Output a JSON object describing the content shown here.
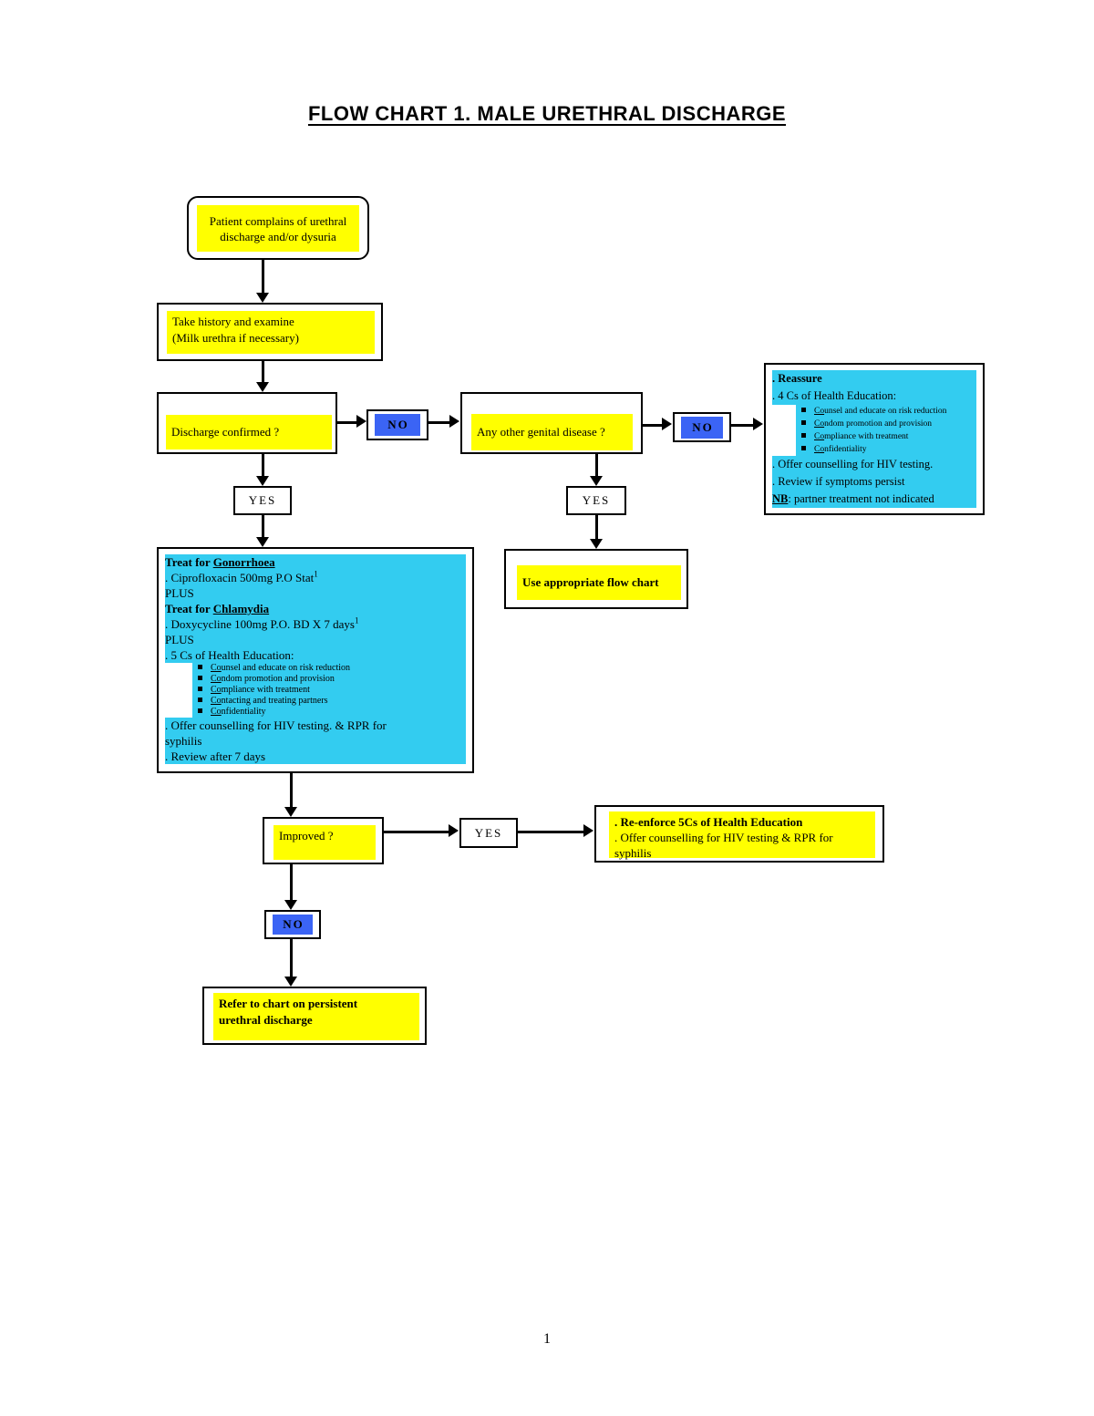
{
  "title": "FLOW CHART 1. MALE URETHRAL DISCHARGE",
  "page_number": "1",
  "labels": {
    "yes": "YES",
    "no": "NO"
  },
  "colors": {
    "highlight_yellow": "#FFFF00",
    "highlight_cyan": "#33CCF0",
    "highlight_blue": "#3B64F5"
  },
  "nodes": {
    "start": {
      "text": "Patient complains of urethral discharge and/or dysuria"
    },
    "take_history": {
      "line1": "Take history and examine",
      "line2": "(Milk urethra if necessary)"
    },
    "discharge_confirmed": {
      "text": "Discharge confirmed ?"
    },
    "other_genital_disease": {
      "text": "Any other genital disease ?"
    },
    "reassure": {
      "line1": ". Reassure",
      "line2": ". 4 Cs of Health Education:",
      "bullets": [
        {
          "u": "Co",
          "rest": "unsel and educate on risk reduction"
        },
        {
          "u": "Co",
          "rest": "ndom promotion and provision"
        },
        {
          "u": "Co",
          "rest": "mpliance with treatment"
        },
        {
          "u": "Co",
          "rest": "nfidentiality"
        }
      ],
      "line3": ". Offer counselling for HIV testing.",
      "line4": ". Review if symptoms persist",
      "nb_label": "NB",
      "nb_rest": ": partner treatment not indicated"
    },
    "treat": {
      "l1_prefix": "Treat for ",
      "l1_underlined": "Gonorrhoea",
      "l2": ". Ciprofloxacin 500mg P.O Stat",
      "l2_sup": "1",
      "l3": "PLUS",
      "l4_prefix": "Treat for ",
      "l4_underlined": "Chlamydia",
      "l5": ". Doxycycline 100mg P.O. BD X 7 days",
      "l5_sup": "1",
      "l6": "PLUS",
      "l7": ". 5 Cs of Health Education:",
      "bullets": [
        {
          "u": "Co",
          "rest": "unsel and educate on risk reduction"
        },
        {
          "u": "Co",
          "rest": "ndom promotion and provision"
        },
        {
          "u": "Co",
          "rest": "mpliance with treatment"
        },
        {
          "u": "Co",
          "rest": "ntacting and treating partners"
        },
        {
          "u": "Co",
          "rest": "nfidentiality"
        }
      ],
      "l8": ". Offer  counselling for HIV testing. & RPR for",
      "l9": "syphilis",
      "l10": ". Review after 7 days"
    },
    "use_flow_chart": {
      "text": "Use appropriate flow chart"
    },
    "improved": {
      "text": "Improved ?"
    },
    "reinforce": {
      "line1": ". Re-enforce 5Cs of Health Education",
      "line2": ". Offer counselling  for HIV  testing  & RPR for",
      "line3": "syphilis"
    },
    "refer": {
      "line1": "Refer to chart on persistent",
      "line2": "urethral discharge"
    }
  }
}
